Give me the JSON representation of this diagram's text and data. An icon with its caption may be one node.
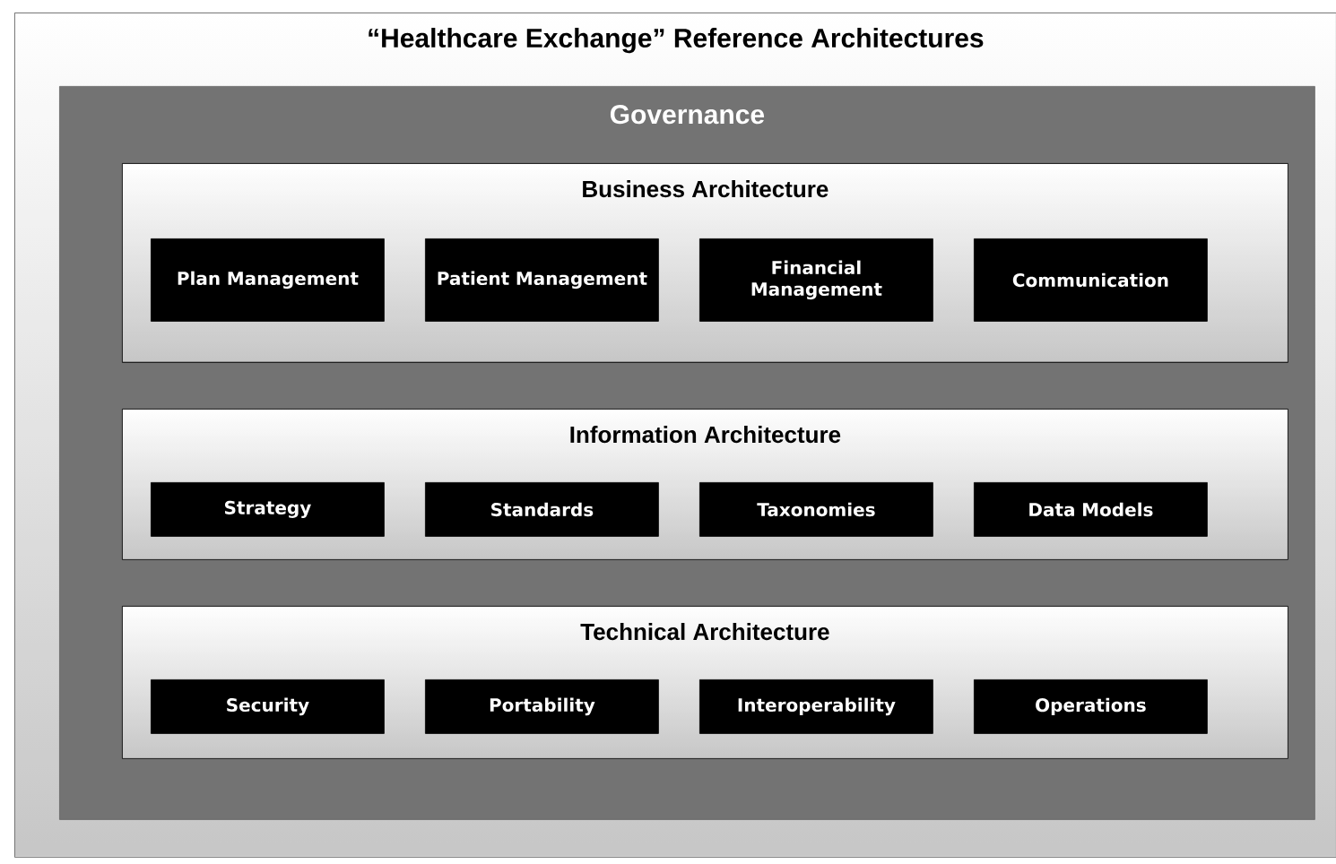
{
  "diagram": {
    "nodes": [
      {
        "text": [
          "“Healthcare Exchange” Reference Architectures"
        ]
      },
      {
        "text": [
          "Governance"
        ],
        "in": 0
      },
      {
        "text": [
          "Business Architecture"
        ],
        "in": 1
      },
      {
        "text": [
          "Plan Management"
        ],
        "in": 2
      },
      {
        "text": [
          "Patient Management"
        ],
        "in": 2
      },
      {
        "text": [
          "Financial Management"
        ],
        "in": 2
      },
      {
        "text": [
          "Communication"
        ],
        "in": 2
      },
      {
        "text": [
          "Information Architecture"
        ],
        "in": 1
      },
      {
        "text": [
          "Strategy"
        ],
        "in": 7
      },
      {
        "text": [
          "Standards"
        ],
        "in": 7
      },
      {
        "text": [
          "Taxonomies"
        ],
        "in": 7
      },
      {
        "text": [
          "Data Models"
        ],
        "in": 7
      },
      {
        "text": [
          "Technical Architecture"
        ],
        "in": 1
      },
      {
        "text": [
          "Security"
        ],
        "in": 12
      },
      {
        "text": [
          "Portability"
        ],
        "in": 12
      },
      {
        "text": [
          "Interoperability"
        ],
        "in": 12
      },
      {
        "text": [
          "Operations"
        ],
        "in": 12
      }
    ]
  }
}
